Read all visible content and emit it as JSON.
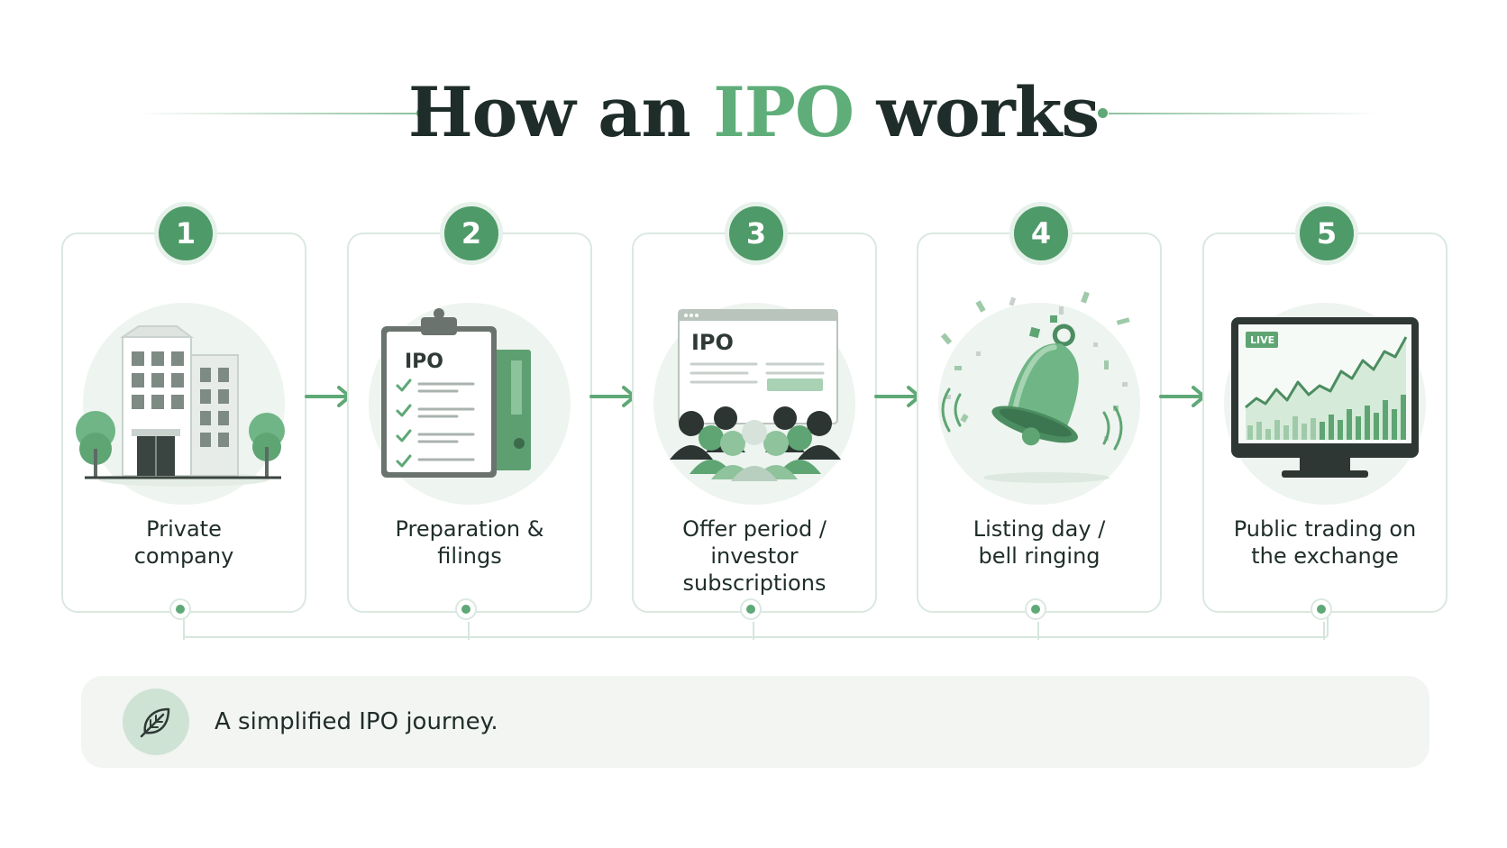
{
  "title": {
    "prefix": "How an ",
    "accent": "IPO",
    "suffix": " works"
  },
  "colors": {
    "accent": "#5fae79",
    "badge": "#4e9a68",
    "text": "#1f2d2a",
    "card_border": "#dbe8e0"
  },
  "steps": [
    {
      "number": "1",
      "label_lines": [
        "Private",
        "company"
      ],
      "icon": "office-building-icon"
    },
    {
      "number": "2",
      "label_lines": [
        "Preparation &",
        "filings"
      ],
      "icon": "clipboard-checklist-icon",
      "clipboard_text": "IPO"
    },
    {
      "number": "3",
      "label_lines": [
        "Offer period /",
        "investor subscriptions"
      ],
      "icon": "investors-crowd-icon",
      "screen_text": "IPO"
    },
    {
      "number": "4",
      "label_lines": [
        "Listing day /",
        "bell ringing"
      ],
      "icon": "bell-icon"
    },
    {
      "number": "5",
      "label_lines": [
        "Public trading on",
        "the exchange"
      ],
      "icon": "stock-monitor-icon",
      "badge_text": "LIVE"
    }
  ],
  "footer": {
    "text": "A simplified IPO journey.",
    "icon": "leaf-icon"
  }
}
